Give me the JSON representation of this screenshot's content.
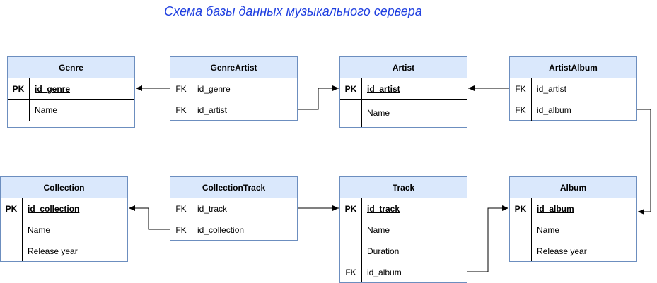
{
  "title": "Схема базы данных музыкального сервера",
  "tables": {
    "genre": {
      "name": "Genre",
      "rows": [
        {
          "key": "PK",
          "field": "id_genre"
        },
        {
          "key": "",
          "field": "Name"
        }
      ]
    },
    "genre_artist": {
      "name": "GenreArtist",
      "rows": [
        {
          "key": "FK",
          "field": "id_genre"
        },
        {
          "key": "FK",
          "field": "id_artist"
        }
      ]
    },
    "artist": {
      "name": "Artist",
      "rows": [
        {
          "key": "PK",
          "field": "id_artist"
        },
        {
          "key": "",
          "field": "Name"
        }
      ]
    },
    "artist_album": {
      "name": "ArtistAlbum",
      "rows": [
        {
          "key": "FK",
          "field": "id_artist"
        },
        {
          "key": "FK",
          "field": "id_album"
        }
      ]
    },
    "collection": {
      "name": "Collection",
      "rows": [
        {
          "key": "PK",
          "field": "id_collection"
        },
        {
          "key": "",
          "field": "Name"
        },
        {
          "key": "",
          "field": "Release year"
        }
      ]
    },
    "collection_track": {
      "name": "CollectionTrack",
      "rows": [
        {
          "key": "FK",
          "field": "id_track"
        },
        {
          "key": "FK",
          "field": "id_collection"
        }
      ]
    },
    "track": {
      "name": "Track",
      "rows": [
        {
          "key": "PK",
          "field": "id_track"
        },
        {
          "key": "",
          "field": "Name"
        },
        {
          "key": "",
          "field": "Duration"
        },
        {
          "key": "FK",
          "field": "id_album"
        }
      ]
    },
    "album": {
      "name": "Album",
      "rows": [
        {
          "key": "PK",
          "field": "id_album"
        },
        {
          "key": "",
          "field": "Name"
        },
        {
          "key": "",
          "field": "Release year"
        }
      ]
    }
  },
  "colors": {
    "header_fill": "#dae8fc",
    "border": "#6c8ebf",
    "title": "#1f3fe0",
    "line": "#000000"
  }
}
